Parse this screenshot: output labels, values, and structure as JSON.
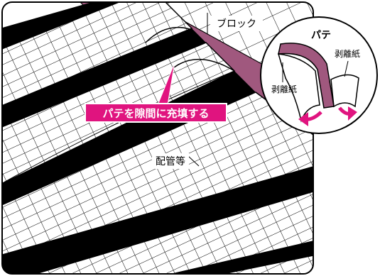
{
  "labels": {
    "block": "ブロック",
    "putty": "パテ",
    "release_paper_right": "剥離紙",
    "release_paper_left": "剥離紙",
    "instruction": "パテを隙間に充填する",
    "piping": "配管等"
  },
  "colors": {
    "putty": "#a0587e",
    "callout": "#e0147f",
    "arrow": "#e0147f",
    "outline": "#000000",
    "pipe_fill": "#ffffff",
    "gap": "#000000",
    "background": "#ffffff"
  }
}
